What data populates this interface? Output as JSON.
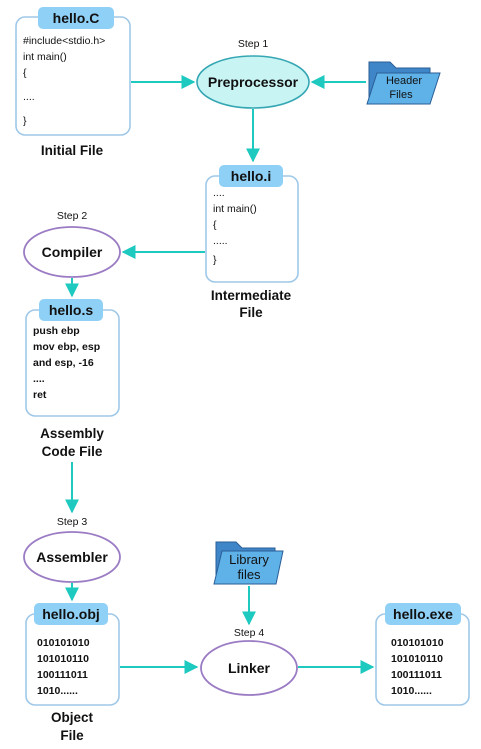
{
  "files": {
    "initial": {
      "tag": "hello.C",
      "lines": [
        "#include<stdio.h>",
        "int main()",
        "{",
        "....",
        "}"
      ],
      "caption": "Initial File"
    },
    "intermediate": {
      "tag": "hello.i",
      "lines": [
        "....",
        "int main()",
        "{",
        ".....",
        "}"
      ],
      "caption_line1": "Intermediate",
      "caption_line2": "File"
    },
    "assembly": {
      "tag": "hello.s",
      "lines": [
        "push ebp",
        "mov ebp, esp",
        "and esp, -16",
        "....",
        "ret"
      ],
      "caption_line1": "Assembly",
      "caption_line2": "Code File"
    },
    "object": {
      "tag": "hello.obj",
      "lines": [
        "010101010",
        "101010110",
        "100111011",
        "1010......"
      ],
      "caption_line1": "Object",
      "caption_line2": "File"
    },
    "executable": {
      "tag": "hello.exe",
      "lines": [
        "010101010",
        "101010110",
        "100111011",
        "1010......"
      ]
    }
  },
  "processes": {
    "preprocessor": {
      "label": "Preprocessor",
      "step": "Step 1"
    },
    "compiler": {
      "label": "Compiler",
      "step": "Step 2"
    },
    "assembler": {
      "label": "Assembler",
      "step": "Step 3"
    },
    "linker": {
      "label": "Linker",
      "step": "Step 4"
    }
  },
  "folders": {
    "header": {
      "line1": "Header",
      "line2": "Files"
    },
    "library": {
      "line1": "Library",
      "line2": "files"
    }
  },
  "colors": {
    "arrow": "#1ec9c0",
    "tag": "#8fd0f6",
    "preprocessor_fill": "#c9f4f4",
    "process_stroke": "#9b7cc4",
    "folder": "#5fb2e8"
  }
}
